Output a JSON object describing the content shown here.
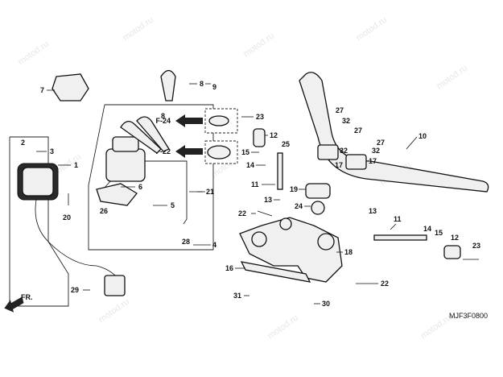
{
  "watermark": "motod.ru",
  "diagram_code": "MJF3F0800",
  "direction_label": "FR.",
  "ref_labels": {
    "f24": "F-24",
    "f22": "F-22"
  },
  "callouts": [
    "1",
    "2",
    "3",
    "4",
    "5",
    "6",
    "7",
    "8",
    "9",
    "10",
    "11",
    "12",
    "13",
    "14",
    "15",
    "16",
    "17",
    "18",
    "19",
    "20",
    "21",
    "22",
    "23",
    "24",
    "25",
    "26",
    "27",
    "28",
    "29",
    "30",
    "31",
    "32"
  ]
}
